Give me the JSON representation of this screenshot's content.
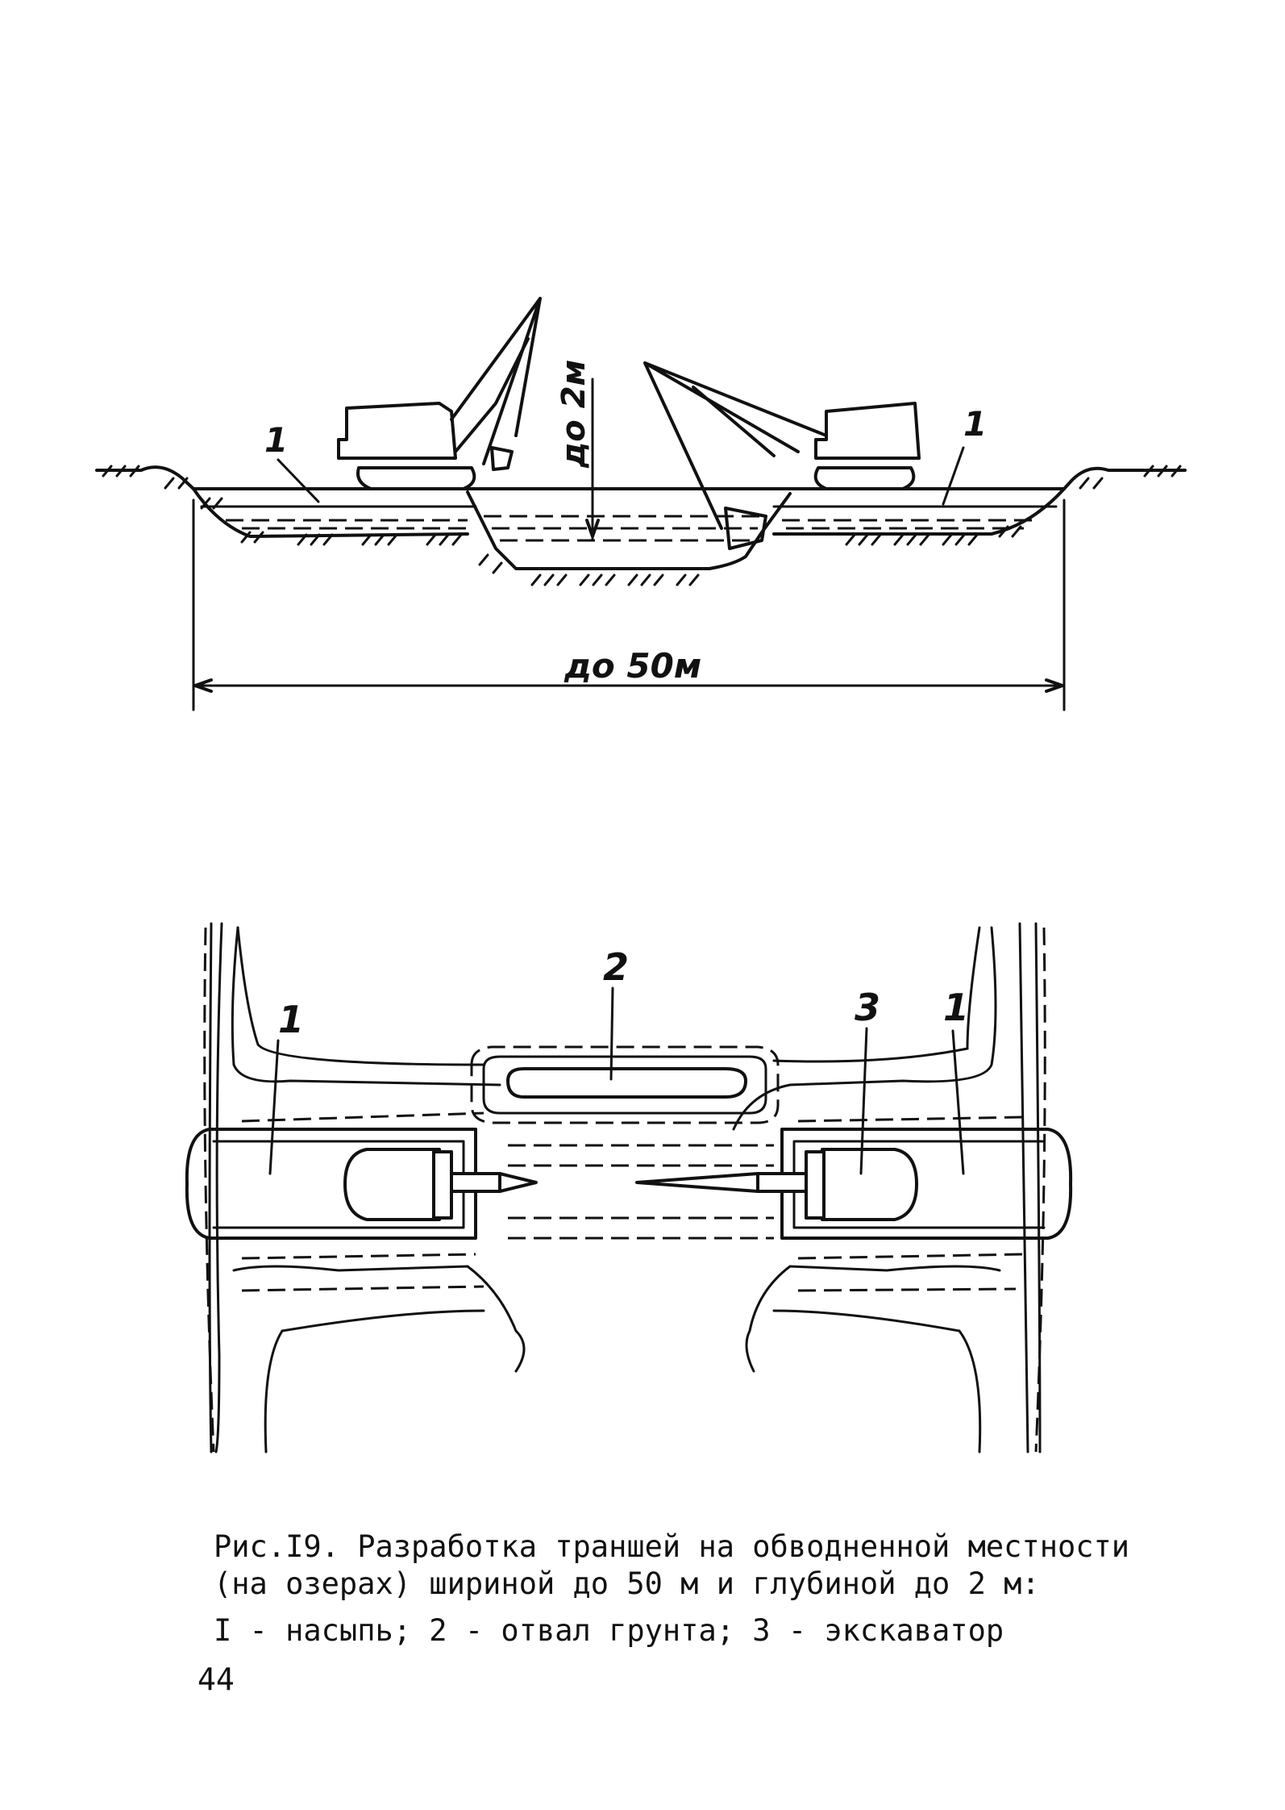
{
  "section_view": {
    "dim_depth": "до 2м",
    "dim_width": "до 50м",
    "label_left": "1",
    "label_right": "1"
  },
  "plan_view": {
    "label_embankment_left": "1",
    "label_spoil": "2",
    "label_excavator": "3",
    "label_embankment_right": "1"
  },
  "caption": {
    "line1": "Рис.I9. Разработка траншей на обводненной местности",
    "line2": "(на озерах) шириной до 50 м и глубиной до 2 м:",
    "legend": "I - насыпь; 2 - отвал грунта; 3 - экскаватор"
  },
  "page_number": "44"
}
